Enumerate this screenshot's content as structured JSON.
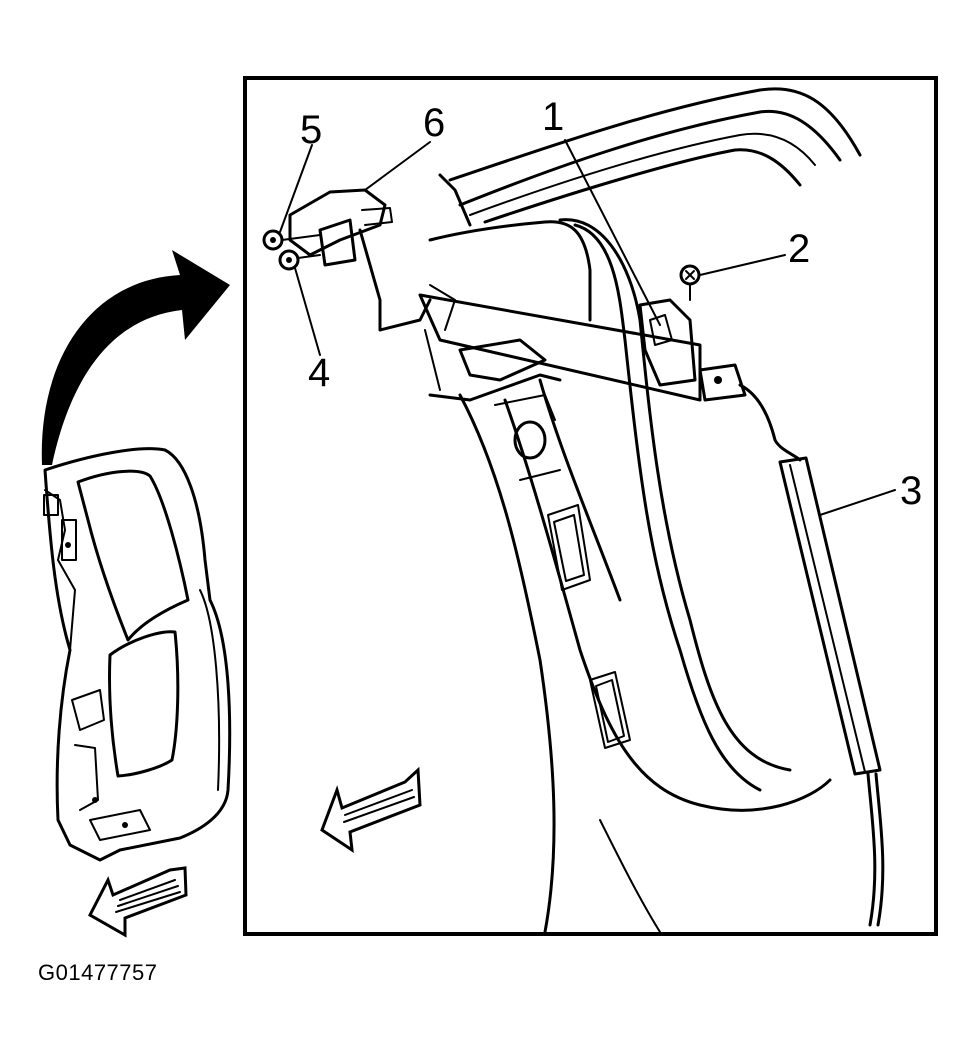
{
  "figure_id": "G01477757",
  "callouts": [
    {
      "id": "callout-1",
      "label": "1"
    },
    {
      "id": "callout-2",
      "label": "2"
    },
    {
      "id": "callout-3",
      "label": "3"
    },
    {
      "id": "callout-4",
      "label": "4"
    },
    {
      "id": "callout-5",
      "label": "5"
    },
    {
      "id": "callout-6",
      "label": "6"
    }
  ],
  "icons": [
    "curved-arrow-icon",
    "front-direction-arrow-icon"
  ],
  "colors": {
    "line": "#000000",
    "background": "#ffffff"
  }
}
